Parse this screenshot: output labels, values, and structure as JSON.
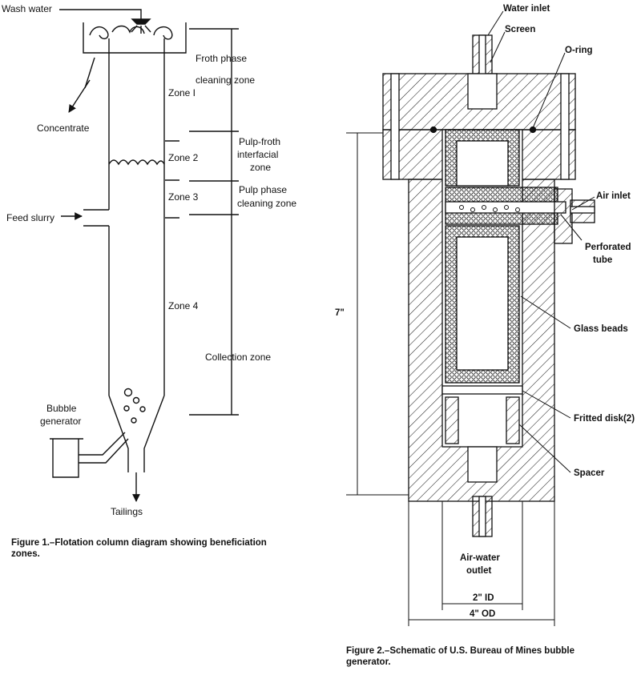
{
  "figure1": {
    "labels": {
      "wash_water": "Wash water",
      "froth_zone_l1": "Froth phase",
      "froth_zone_l2": "cleaning zone",
      "zone1": "Zone I",
      "concentrate": "Concentrate",
      "pulp_froth_l1": "Pulp-froth",
      "pulp_froth_l2": "interfacial",
      "pulp_froth_l3": "zone",
      "zone2": "Zone 2",
      "zone3": "Zone 3",
      "pulp_phase_l1": "Pulp phase",
      "pulp_phase_l2": "cleaning zone",
      "feed_slurry": "Feed slurry",
      "zone4": "Zone 4",
      "collection_zone": "Collection zone",
      "bubble_gen_l1": "Bubble",
      "bubble_gen_l2": "generator",
      "tailings": "Tailings"
    },
    "caption_l1": "Figure 1.–Flotation column diagram showing beneficiation",
    "caption_l2": "zones."
  },
  "figure2": {
    "labels": {
      "water_inlet": "Water inlet",
      "screen": "Screen",
      "o_ring": "O-ring",
      "air_inlet": "Air inlet",
      "perforated_l1": "Perforated",
      "perforated_l2": "tube",
      "glass_beads": "Glass beads",
      "fritted_disk": "Fritted disk(2)",
      "spacer": "Spacer",
      "air_water_l1": "Air-water",
      "air_water_l2": "outlet",
      "height": "7\"",
      "inner_diameter": "2\" ID",
      "outer_diameter": "4\" OD"
    },
    "caption_l1": "Figure  2.–Schematic  of  U.S.  Bureau  of  Mines  bubble",
    "caption_l2": "generator."
  }
}
